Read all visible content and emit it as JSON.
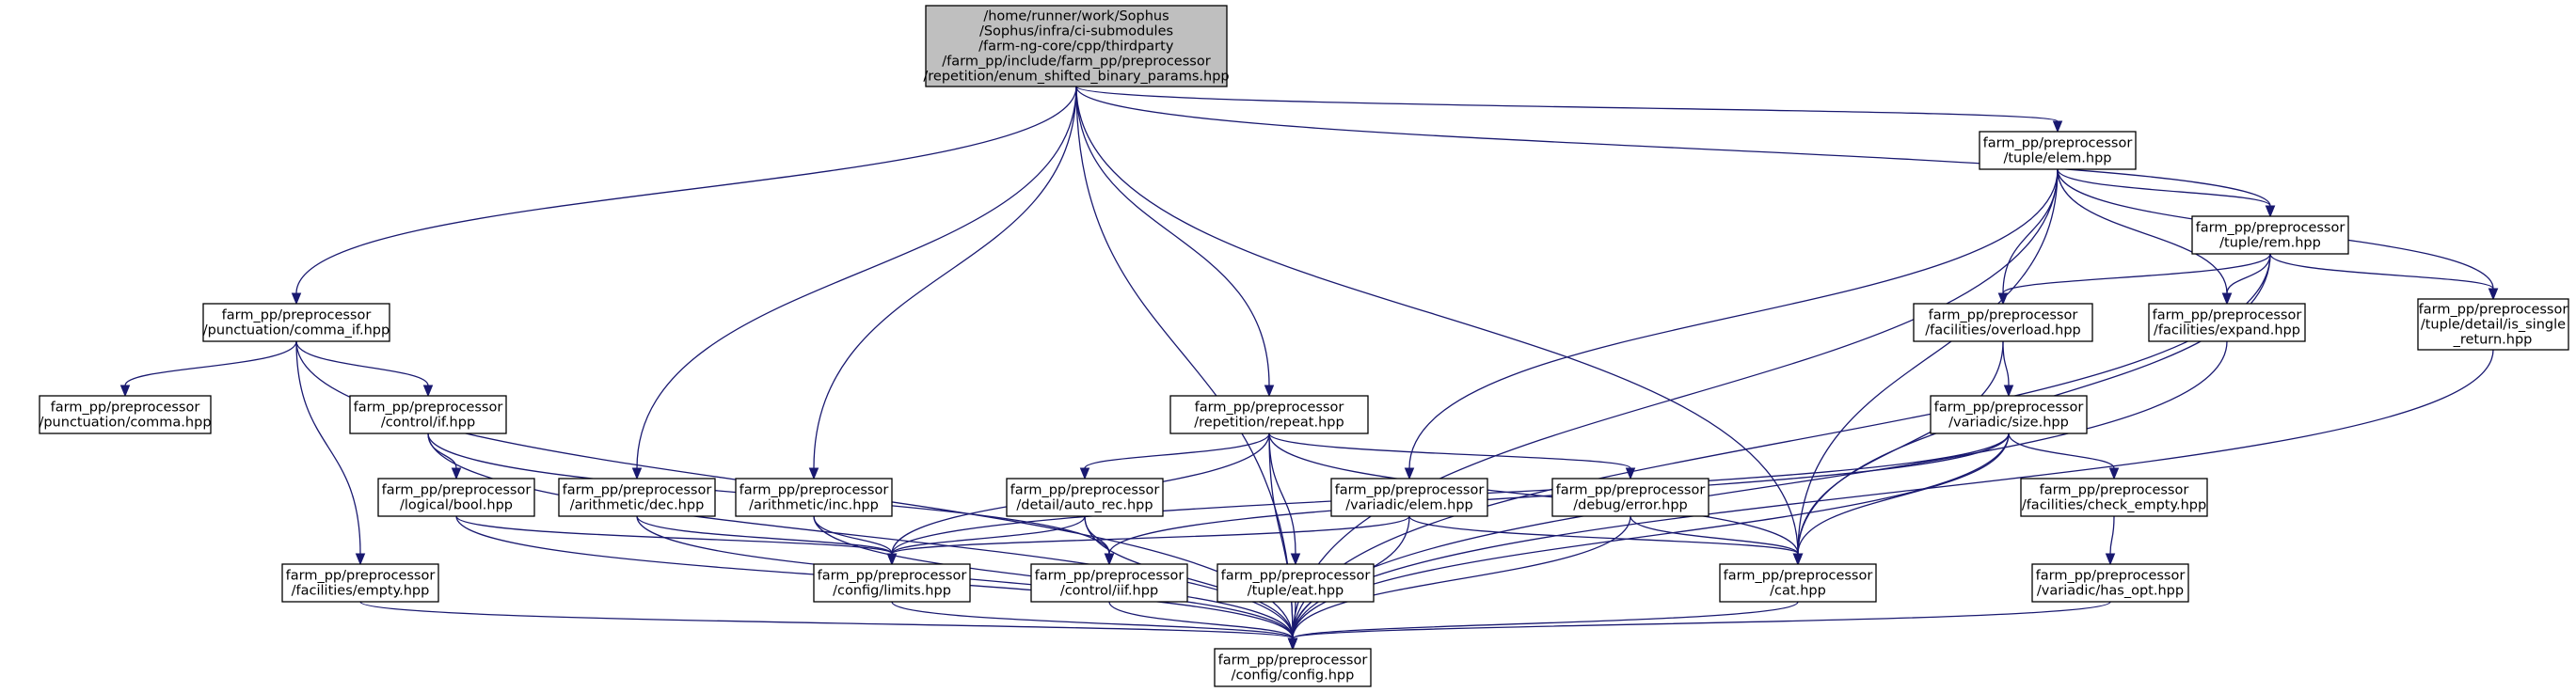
{
  "graph": {
    "type": "include-dependency-graph",
    "colors": {
      "edge": "#191970",
      "root_fill": "#bfbfbf",
      "node_fill": "#ffffff",
      "node_border": "#000000"
    },
    "nodes": [
      {
        "id": "root",
        "root": true,
        "lines": [
          "/home/runner/work/Sophus",
          "/Sophus/infra/ci-submodules",
          "/farm-ng-core/cpp/thirdparty",
          "/farm_pp/include/farm_pp/preprocessor",
          "/repetition/enum_shifted_binary_params.hpp"
        ]
      },
      {
        "id": "config",
        "lines": [
          "farm_pp/preprocessor",
          "/config/config.hpp"
        ]
      },
      {
        "id": "comma_if",
        "lines": [
          "farm_pp/preprocessor",
          "/punctuation/comma_if.hpp"
        ]
      },
      {
        "id": "comma",
        "lines": [
          "farm_pp/preprocessor",
          "/punctuation/comma.hpp"
        ]
      },
      {
        "id": "ctrl_if",
        "lines": [
          "farm_pp/preprocessor",
          "/control/if.hpp"
        ]
      },
      {
        "id": "bool",
        "lines": [
          "farm_pp/preprocessor",
          "/logical/bool.hpp"
        ]
      },
      {
        "id": "dec",
        "lines": [
          "farm_pp/preprocessor",
          "/arithmetic/dec.hpp"
        ]
      },
      {
        "id": "inc",
        "lines": [
          "farm_pp/preprocessor",
          "/arithmetic/inc.hpp"
        ]
      },
      {
        "id": "empty",
        "lines": [
          "farm_pp/preprocessor",
          "/facilities/empty.hpp"
        ]
      },
      {
        "id": "limits",
        "lines": [
          "farm_pp/preprocessor",
          "/config/limits.hpp"
        ]
      },
      {
        "id": "repeat",
        "lines": [
          "farm_pp/preprocessor",
          "/repetition/repeat.hpp"
        ]
      },
      {
        "id": "auto_rec",
        "lines": [
          "farm_pp/preprocessor",
          "/detail/auto_rec.hpp"
        ]
      },
      {
        "id": "iif",
        "lines": [
          "farm_pp/preprocessor",
          "/control/iif.hpp"
        ]
      },
      {
        "id": "eat",
        "lines": [
          "farm_pp/preprocessor",
          "/tuple/eat.hpp"
        ]
      },
      {
        "id": "velem",
        "lines": [
          "farm_pp/preprocessor",
          "/variadic/elem.hpp"
        ]
      },
      {
        "id": "error",
        "lines": [
          "farm_pp/preprocessor",
          "/debug/error.hpp"
        ]
      },
      {
        "id": "cat",
        "lines": [
          "farm_pp/preprocessor",
          "/cat.hpp"
        ]
      },
      {
        "id": "telem",
        "lines": [
          "farm_pp/preprocessor",
          "/tuple/elem.hpp"
        ]
      },
      {
        "id": "rem",
        "lines": [
          "farm_pp/preprocessor",
          "/tuple/rem.hpp"
        ]
      },
      {
        "id": "overload",
        "lines": [
          "farm_pp/preprocessor",
          "/facilities/overload.hpp"
        ]
      },
      {
        "id": "expand",
        "lines": [
          "farm_pp/preprocessor",
          "/facilities/expand.hpp"
        ]
      },
      {
        "id": "single",
        "lines": [
          "farm_pp/preprocessor",
          "/tuple/detail/is_single",
          "_return.hpp"
        ]
      },
      {
        "id": "vsize",
        "lines": [
          "farm_pp/preprocessor",
          "/variadic/size.hpp"
        ]
      },
      {
        "id": "check_empty",
        "lines": [
          "farm_pp/preprocessor",
          "/facilities/check_empty.hpp"
        ]
      },
      {
        "id": "has_opt",
        "lines": [
          "farm_pp/preprocessor",
          "/variadic/has_opt.hpp"
        ]
      }
    ],
    "edges": [
      {
        "from": "root",
        "to": "config"
      },
      {
        "from": "root",
        "to": "comma_if"
      },
      {
        "from": "root",
        "to": "dec"
      },
      {
        "from": "root",
        "to": "inc"
      },
      {
        "from": "root",
        "to": "repeat"
      },
      {
        "from": "root",
        "to": "cat"
      },
      {
        "from": "root",
        "to": "telem"
      },
      {
        "from": "root",
        "to": "rem"
      },
      {
        "from": "comma_if",
        "to": "comma"
      },
      {
        "from": "comma_if",
        "to": "ctrl_if"
      },
      {
        "from": "comma_if",
        "to": "empty"
      },
      {
        "from": "comma_if",
        "to": "config"
      },
      {
        "from": "ctrl_if",
        "to": "bool"
      },
      {
        "from": "ctrl_if",
        "to": "iif"
      },
      {
        "from": "ctrl_if",
        "to": "config"
      },
      {
        "from": "bool",
        "to": "limits"
      },
      {
        "from": "bool",
        "to": "config"
      },
      {
        "from": "dec",
        "to": "limits"
      },
      {
        "from": "dec",
        "to": "config"
      },
      {
        "from": "inc",
        "to": "limits"
      },
      {
        "from": "inc",
        "to": "config"
      },
      {
        "from": "empty",
        "to": "config"
      },
      {
        "from": "limits",
        "to": "config"
      },
      {
        "from": "repeat",
        "to": "auto_rec"
      },
      {
        "from": "repeat",
        "to": "eat"
      },
      {
        "from": "repeat",
        "to": "error"
      },
      {
        "from": "repeat",
        "to": "cat"
      },
      {
        "from": "repeat",
        "to": "limits"
      },
      {
        "from": "repeat",
        "to": "config"
      },
      {
        "from": "auto_rec",
        "to": "limits"
      },
      {
        "from": "auto_rec",
        "to": "iif"
      },
      {
        "from": "auto_rec",
        "to": "config"
      },
      {
        "from": "iif",
        "to": "config"
      },
      {
        "from": "eat",
        "to": "config"
      },
      {
        "from": "velem",
        "to": "limits"
      },
      {
        "from": "velem",
        "to": "cat"
      },
      {
        "from": "velem",
        "to": "config"
      },
      {
        "from": "error",
        "to": "cat"
      },
      {
        "from": "error",
        "to": "config"
      },
      {
        "from": "cat",
        "to": "config"
      },
      {
        "from": "telem",
        "to": "rem"
      },
      {
        "from": "telem",
        "to": "overload"
      },
      {
        "from": "telem",
        "to": "expand"
      },
      {
        "from": "telem",
        "to": "single"
      },
      {
        "from": "telem",
        "to": "velem"
      },
      {
        "from": "telem",
        "to": "cat"
      },
      {
        "from": "telem",
        "to": "config"
      },
      {
        "from": "rem",
        "to": "overload"
      },
      {
        "from": "rem",
        "to": "expand"
      },
      {
        "from": "rem",
        "to": "single"
      },
      {
        "from": "rem",
        "to": "cat"
      },
      {
        "from": "rem",
        "to": "config"
      },
      {
        "from": "overload",
        "to": "vsize"
      },
      {
        "from": "overload",
        "to": "cat"
      },
      {
        "from": "vsize",
        "to": "check_empty"
      },
      {
        "from": "vsize",
        "to": "limits"
      },
      {
        "from": "vsize",
        "to": "iif"
      },
      {
        "from": "vsize",
        "to": "cat"
      },
      {
        "from": "vsize",
        "to": "config"
      },
      {
        "from": "check_empty",
        "to": "has_opt"
      },
      {
        "from": "has_opt",
        "to": "config"
      },
      {
        "from": "expand",
        "to": "config"
      },
      {
        "from": "single",
        "to": "config"
      }
    ]
  }
}
